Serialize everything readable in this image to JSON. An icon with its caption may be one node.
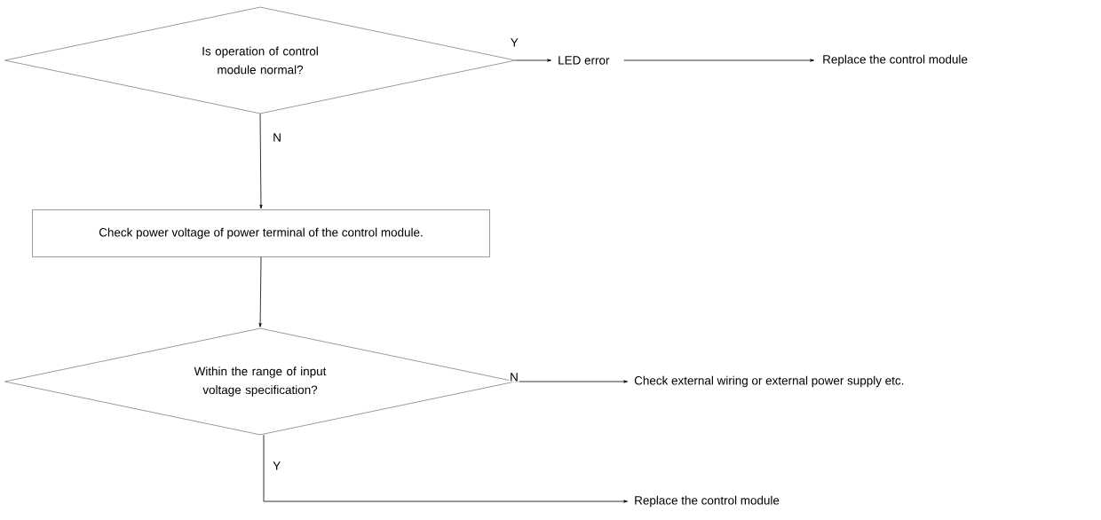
{
  "diagram": {
    "nodes": [
      {
        "text": [
          "Is operation of control module normal?"
        ]
      },
      {
        "text": [
          "LED error"
        ]
      },
      {
        "text": [
          "Replace the control module"
        ]
      },
      {
        "text": [
          "Check power voltage of power terminal of the control module."
        ]
      },
      {
        "text": [
          "Within the range of input voltage specification?"
        ]
      },
      {
        "text": [
          "Check external wiring or external power supply etc."
        ]
      },
      {
        "text": [
          "Replace the control module"
        ]
      }
    ],
    "edges": [
      {
        "from": 0,
        "to": 1,
        "arrow": "to",
        "label": "Y"
      },
      {
        "from": 1,
        "to": 2,
        "arrow": "to"
      },
      {
        "from": 0,
        "to": 3,
        "arrow": "to",
        "label": "N"
      },
      {
        "from": 3,
        "to": 4,
        "arrow": "to"
      },
      {
        "from": 4,
        "to": 5,
        "arrow": "to",
        "label": "N"
      },
      {
        "from": 4,
        "to": 6,
        "arrow": "to",
        "label": "Y"
      }
    ]
  }
}
